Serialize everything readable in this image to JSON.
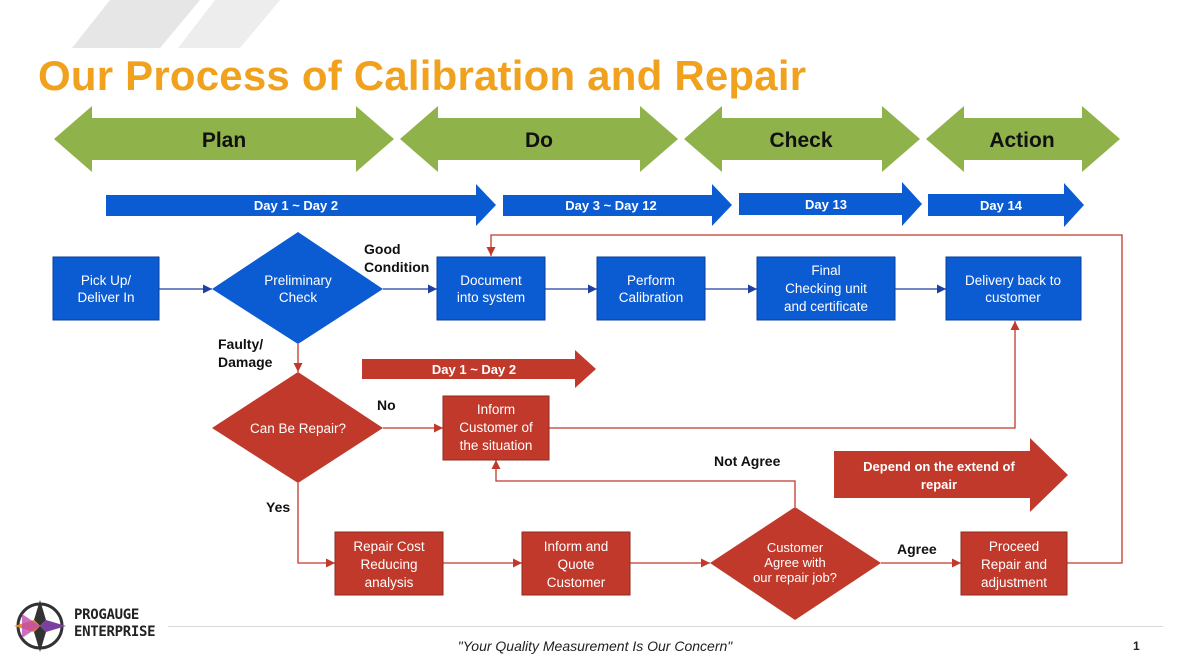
{
  "title": "Our Process of Calibration and Repair",
  "phases": [
    {
      "label": "Plan"
    },
    {
      "label": "Do"
    },
    {
      "label": "Check"
    },
    {
      "label": "Action"
    }
  ],
  "days": [
    {
      "label": "Day 1 ~ Day 2"
    },
    {
      "label": "Day 3 ~ Day 12"
    },
    {
      "label": "Day 13"
    },
    {
      "label": "Day 14"
    }
  ],
  "repair_days": "Day 1 ~ Day 2",
  "depend_note": [
    "Depend on the extend of",
    "repair"
  ],
  "nodes": {
    "pickup": [
      "Pick Up/",
      "Deliver In"
    ],
    "preliminary": [
      "Preliminary",
      "Check"
    ],
    "document": [
      "Document",
      "into system"
    ],
    "calibration": [
      "Perform",
      "Calibration"
    ],
    "final": [
      "Final",
      "Checking unit",
      "and certificate"
    ],
    "delivery": [
      "Delivery back to",
      "customer"
    ],
    "can_repair": [
      "Can Be Repair?"
    ],
    "inform_situation": [
      "Inform",
      "Customer of",
      "the situation"
    ],
    "repair_cost": [
      "Repair Cost",
      "Reducing",
      "analysis"
    ],
    "quote": [
      "Inform and",
      "Quote",
      "Customer"
    ],
    "agree": [
      "Customer",
      "Agree with",
      "our repair job?"
    ],
    "proceed": [
      "Proceed",
      "Repair and",
      "adjustment"
    ]
  },
  "edge_labels": {
    "good": [
      "Good",
      "Condition"
    ],
    "faulty": [
      "Faulty/",
      "Damage"
    ],
    "no": "No",
    "yes": "Yes",
    "not_agree": "Not Agree",
    "agree": "Agree"
  },
  "colors": {
    "title": "#f0a11d",
    "phase_arrow": "#8fb24a",
    "blue": "#0b5bd3",
    "red": "#c0392b"
  },
  "logo": [
    "PROGAUGE",
    "ENTERPRISE"
  ],
  "tagline": "\"Your Quality Measurement Is Our Concern\"",
  "page_number": "1"
}
